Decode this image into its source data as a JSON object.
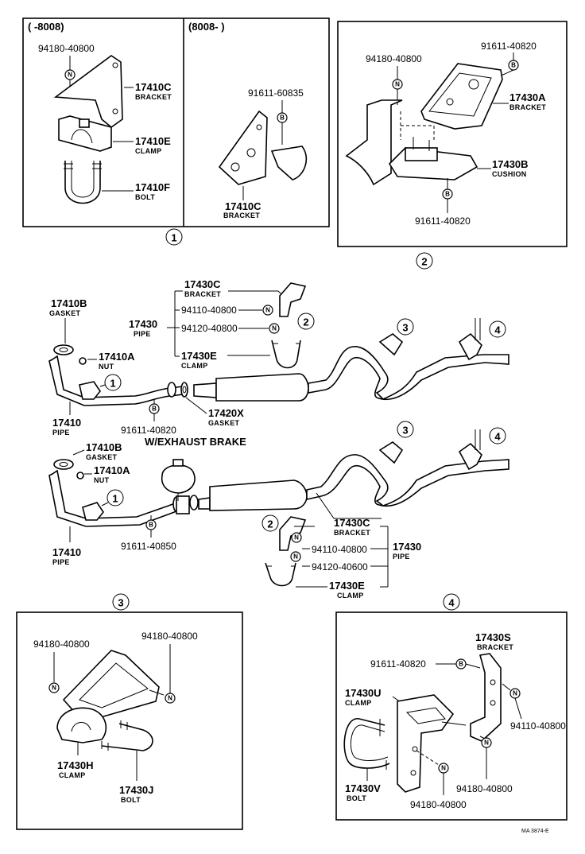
{
  "frames": {
    "f1a": {
      "range_label": "(     -8008)"
    },
    "f1b": {
      "range_label": "(8008-        )"
    }
  },
  "sections": {
    "s1": {
      "ref": "1"
    },
    "s2": {
      "ref": "2"
    },
    "s3": {
      "ref": "3"
    },
    "s4": {
      "ref": "4"
    }
  },
  "headings": {
    "exhaust_brake": "W/EXHAUST BRAKE"
  },
  "callouts": {
    "c1": "1",
    "c2": "2",
    "c3": "3",
    "c4": "4",
    "d1": "1",
    "d2": "2",
    "d3": "3",
    "d4": "4"
  },
  "markers": {
    "N": "N",
    "B": "B"
  },
  "parts": {
    "a1": {
      "num": "94180-40800"
    },
    "a2": {
      "num": "17410C",
      "name": "BRACKET"
    },
    "a3": {
      "num": "17410E",
      "name": "CLAMP"
    },
    "a4": {
      "num": "17410F",
      "name": "BOLT"
    },
    "b1": {
      "num": "91611-60835"
    },
    "b2": {
      "num": "17410C",
      "name": "BRACKET"
    },
    "e1": {
      "num": "94180-40800"
    },
    "e2": {
      "num": "91611-40820"
    },
    "e3": {
      "num": "17430A",
      "name": "BRACKET"
    },
    "e4": {
      "num": "17430B",
      "name": "CUSHION"
    },
    "e5": {
      "num": "91611-40820"
    },
    "m1": {
      "num": "17430C",
      "name": "BRACKET"
    },
    "m2": {
      "num": "94110-40800"
    },
    "m3": {
      "num": "17430",
      "name": "PIPE"
    },
    "m4": {
      "num": "94120-40800"
    },
    "m5": {
      "num": "17430E",
      "name": "CLAMP"
    },
    "m6": {
      "num": "17410B",
      "name": "GASKET"
    },
    "m7": {
      "num": "17410A",
      "name": "NUT"
    },
    "m8": {
      "num": "17410",
      "name": "PIPE"
    },
    "m9": {
      "num": "91611-40820"
    },
    "m10": {
      "num": "17420X",
      "name": "GASKET"
    },
    "w1": {
      "num": "17410B",
      "name": "GASKET"
    },
    "w2": {
      "num": "17410A",
      "name": "NUT"
    },
    "w3": {
      "num": "17410",
      "name": "PIPE"
    },
    "w4": {
      "num": "91611-40850"
    },
    "w5": {
      "num": "17430C",
      "name": "BRACKET"
    },
    "w6": {
      "num": "94110-40800"
    },
    "w7": {
      "num": "17430",
      "name": "PIPE"
    },
    "w8": {
      "num": "94120-40600"
    },
    "w9": {
      "num": "17430E",
      "name": "CLAMP"
    },
    "t1": {
      "num": "94180-40800"
    },
    "t2": {
      "num": "94180-40800"
    },
    "t3": {
      "num": "17430H",
      "name": "CLAMP"
    },
    "t4": {
      "num": "17430J",
      "name": "BOLT"
    },
    "u1": {
      "num": "17430S",
      "name": "BRACKET"
    },
    "u2": {
      "num": "91611-40820"
    },
    "u3": {
      "num": "17430U",
      "name": "CLAMP"
    },
    "u4": {
      "num": "94110-40800"
    },
    "u5": {
      "num": "17430V",
      "name": "BOLT"
    },
    "u6": {
      "num": "94180-40800"
    },
    "u7": {
      "num": "94180-40800"
    }
  },
  "footer": {
    "code": "MA 3874-E"
  }
}
